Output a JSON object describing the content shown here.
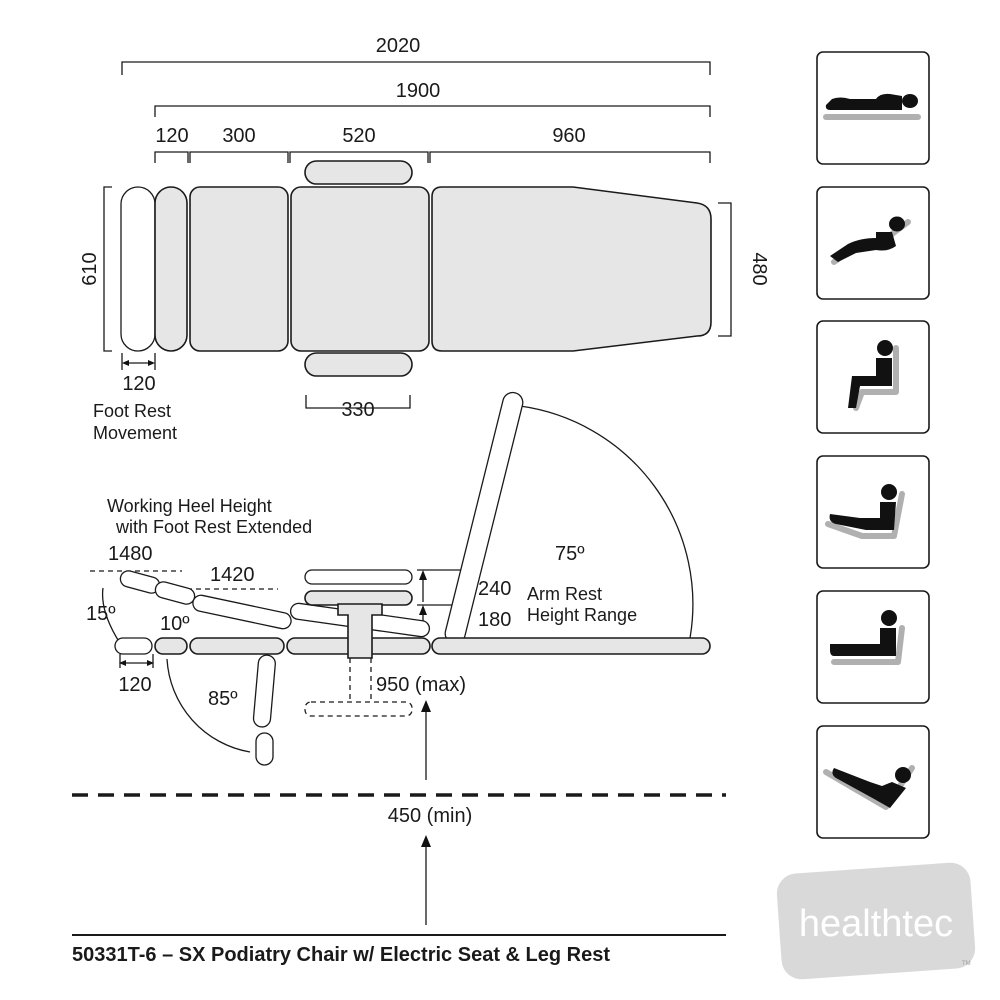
{
  "top_view": {
    "dim_overall": "2020",
    "dim_inner": "1900",
    "dim_foot": "120",
    "dim_leg": "300",
    "dim_seat": "520",
    "dim_back": "960",
    "dim_width": "610",
    "dim_head_width": "480",
    "dim_armrest": "330",
    "dim_foot_move": "120",
    "foot_move_label_1": "Foot Rest",
    "foot_move_label_2": "Movement"
  },
  "side_view": {
    "heel_label_1": "Working Heel Height",
    "heel_label_2": "with Foot Rest Extended",
    "heel_1480": "1480",
    "heel_1420": "1420",
    "angle_15": "15º",
    "angle_10": "10º",
    "angle_75": "75º",
    "angle_85": "85º",
    "dim_foot_ext": "120",
    "arm_240": "240",
    "arm_180": "180",
    "arm_label_1": "Arm Rest",
    "arm_label_2": "Height Range",
    "height_max": "950 (max)",
    "height_min": "450 (min)"
  },
  "positions": [
    {
      "icon": "lying-flat-icon"
    },
    {
      "icon": "reclined-seated-icon"
    },
    {
      "icon": "upright-seated-icon"
    },
    {
      "icon": "legs-extended-reclined-icon"
    },
    {
      "icon": "legs-flat-upright-icon"
    },
    {
      "icon": "trendelenburg-icon"
    }
  ],
  "footer": {
    "title": "50331T-6 – SX Podiatry Chair w/ Electric Seat & Leg Rest"
  },
  "brand": {
    "logo_text": "healthtec",
    "tm": "TM",
    "color": "#d9d9d9"
  }
}
